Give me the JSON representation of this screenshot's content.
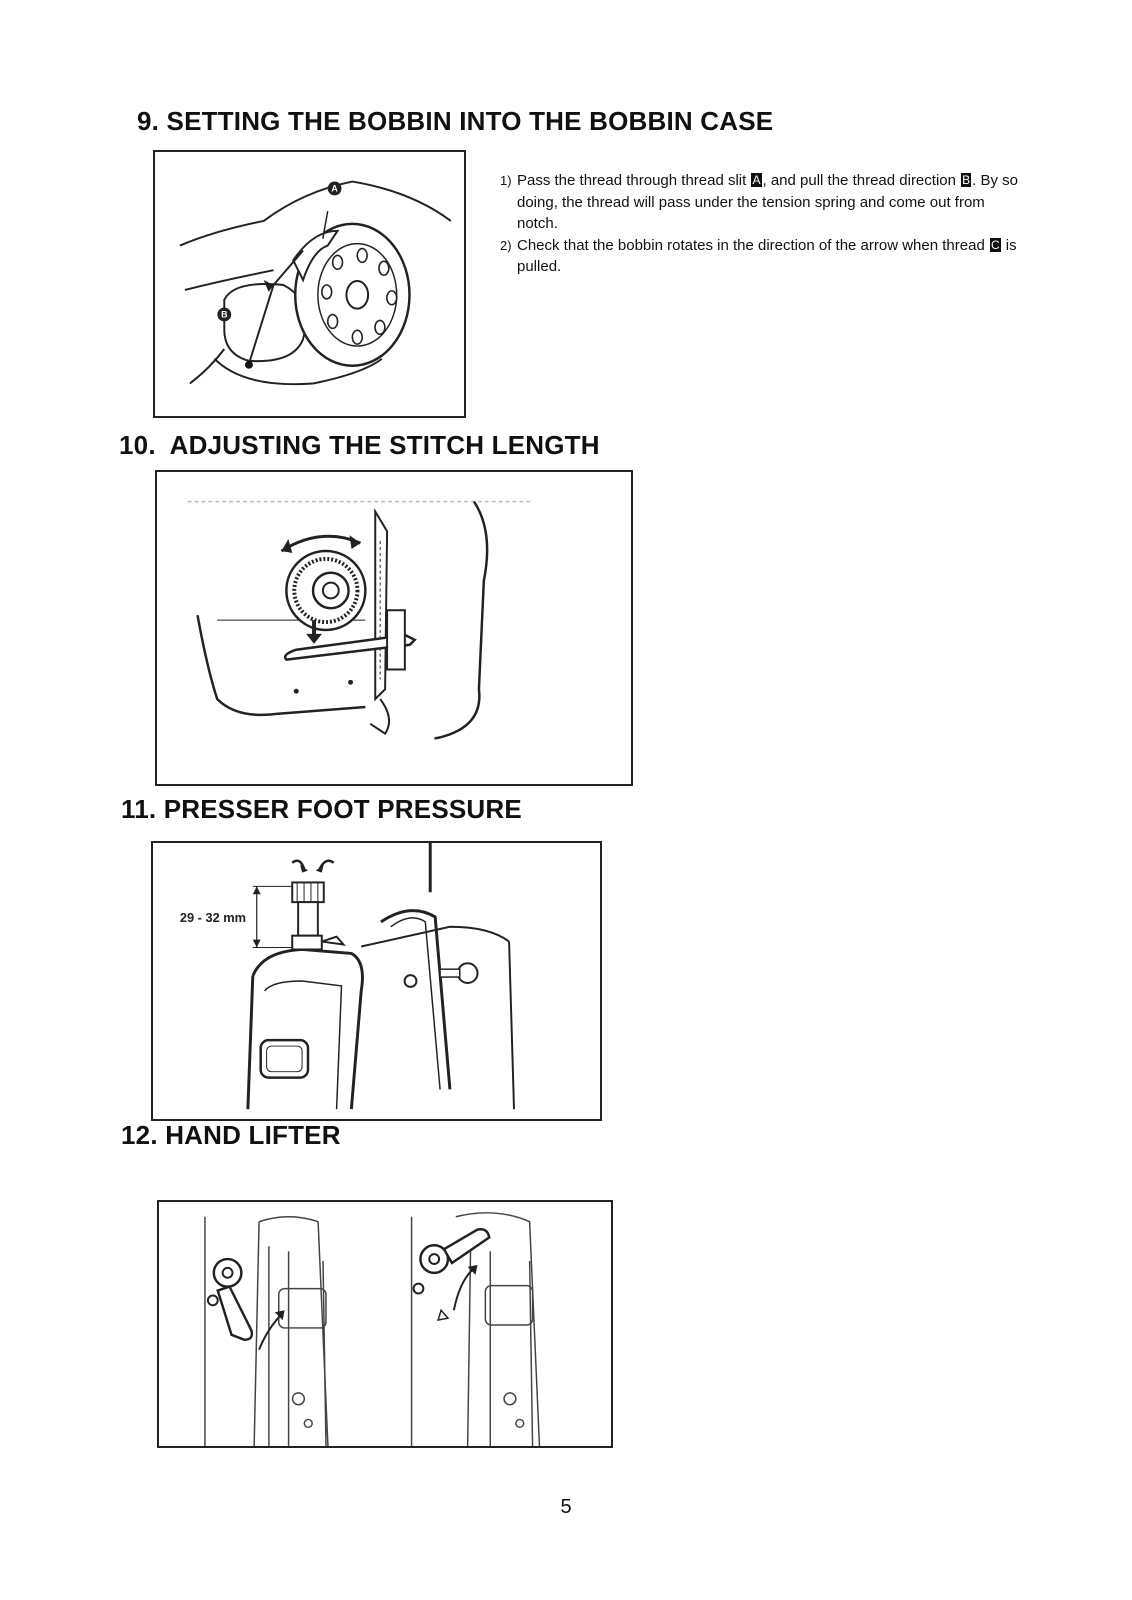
{
  "sections": [
    {
      "number": "9.",
      "title": "SETTING THE BOBBIN INTO THE BOBBIN CASE"
    },
    {
      "number": "10.",
      "title": "ADJUSTING THE STITCH LENGTH"
    },
    {
      "number": "11.",
      "title": "PRESSER FOOT PRESSURE"
    },
    {
      "number": "12.",
      "title": "HAND LIFTER"
    }
  ],
  "bobbin_instructions": {
    "step1": {
      "num": "1)",
      "part1": "Pass the thread through thread slit ",
      "tag_a": "A",
      "part2": ", and pull the thread direction ",
      "tag_b": "B",
      "part3": ". By so doing, the thread will pass under the tension spring and come out from notch."
    },
    "step2": {
      "num": "2)",
      "part1": "Check that the bobbin rotates in the direction of the arrow when thread ",
      "tag_c": "C",
      "part2": " is pulled."
    }
  },
  "figure_labels": {
    "bobbin_a": "A",
    "bobbin_b": "B",
    "presser_dimension": "29 - 32 mm"
  },
  "page_number": "5"
}
